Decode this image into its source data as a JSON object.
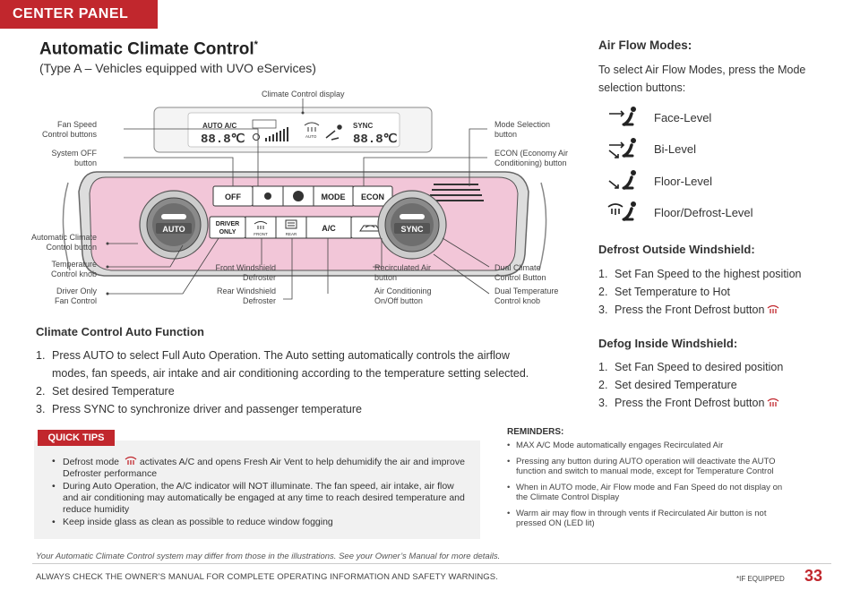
{
  "header": {
    "section_tab": "CENTER PANEL"
  },
  "page": {
    "title": "Automatic Climate Control",
    "title_mark": "*",
    "subtitle": "(Type A – Vehicles equipped with UVO eServices)"
  },
  "diagram": {
    "callouts": {
      "display": "Climate Control display",
      "fan_speed": [
        "Fan Speed",
        "Control buttons"
      ],
      "system_off": [
        "System OFF",
        "button"
      ],
      "auto_btn": [
        "Automatic Climate",
        "Control button"
      ],
      "temp_knob": [
        "Temperature",
        "Control knob"
      ],
      "driver_only": [
        "Driver Only",
        "Fan Control"
      ],
      "front_defrost": [
        "Front Windshield",
        "Defroster"
      ],
      "rear_defrost": [
        "Rear Windshield",
        "Defroster"
      ],
      "recirc": [
        "Recirculated Air",
        "button"
      ],
      "ac": [
        "Air Conditioning",
        "On/Off button"
      ],
      "mode_sel": [
        "Mode Selection",
        "button"
      ],
      "econ": [
        "ECON (Economy Air",
        "Conditioning) button"
      ],
      "dual_btn": [
        "Dual Climate",
        "Control Button"
      ],
      "dual_knob": [
        "Dual Temperature",
        "Control knob"
      ]
    },
    "screen": {
      "left_labels": "AUTO  A/C",
      "left_temp": "88.8℃",
      "right_label": "SYNC",
      "right_temp": "88.8℃",
      "auto_tag": "AUTO"
    },
    "buttons": {
      "off": "OFF",
      "mode": "MODE",
      "econ": "ECON",
      "driver_only_1": "DRIVER",
      "driver_only_2": "ONLY",
      "front": "FRONT",
      "rear": "REAR",
      "ac": "A/C",
      "auto": "AUTO",
      "sync": "SYNC"
    }
  },
  "auto_function": {
    "heading": "Climate Control Auto Function",
    "steps": [
      {
        "num": "1.",
        "text": "Press AUTO to select Full Auto Operation. The Auto setting automatically controls the airflow",
        "cont": "modes, fan speeds, air intake and air conditioning according to the temperature setting selected."
      },
      {
        "num": "2.",
        "text": "Set desired Temperature"
      },
      {
        "num": "3.",
        "text": "Press SYNC to synchronize driver and passenger temperature"
      }
    ]
  },
  "air_flow": {
    "heading": "Air Flow Modes:",
    "intro": [
      "To select Air Flow Modes, press the Mode",
      "selection buttons:"
    ],
    "modes": [
      {
        "icon": "face-level-icon",
        "label": "Face-Level"
      },
      {
        "icon": "bi-level-icon",
        "label": "Bi-Level"
      },
      {
        "icon": "floor-level-icon",
        "label": "Floor-Level"
      },
      {
        "icon": "floor-defrost-icon",
        "label": "Floor/Defrost-Level"
      }
    ]
  },
  "defrost_outside": {
    "heading": "Defrost Outside Windshield:",
    "steps": [
      {
        "num": "1.",
        "text": "Set Fan Speed to the highest position"
      },
      {
        "num": "2.",
        "text": "Set Temperature to Hot"
      },
      {
        "num": "3.",
        "text": "Press the Front Defrost button"
      }
    ]
  },
  "defog_inside": {
    "heading": "Defog Inside Windshield:",
    "steps": [
      {
        "num": "1.",
        "text": "Set Fan Speed to desired position"
      },
      {
        "num": "2.",
        "text": "Set desired Temperature"
      },
      {
        "num": "3.",
        "text": "Press the Front Defrost button"
      }
    ]
  },
  "quick_tips": {
    "badge": "QUICK TIPS",
    "items": [
      {
        "pre": "Defrost mode",
        "post": "activates A/C and opens Fresh Air Vent to help dehumidify the air and improve Defroster performance"
      },
      {
        "text": "During Auto Operation, the A/C indicator will NOT illuminate. The fan speed, air intake, air flow and air conditioning may automatically be engaged at any time to reach desired temperature and reduce humidity"
      },
      {
        "text": "Keep inside glass as clean as possible to reduce window fogging"
      }
    ]
  },
  "reminders": {
    "heading": "REMINDERS:",
    "items": [
      "MAX A/C Mode automatically engages Recirculated Air",
      "Pressing any button during AUTO operation will deactivate the AUTO function and switch to manual mode, except for Temperature Control",
      "When in AUTO mode, Air Flow mode and Fan Speed do not display on the Climate Control Display",
      "Warm air may flow in through vents if Recirculated Air button is not pressed ON (LED lit)"
    ]
  },
  "footer": {
    "disclaimer": "Your Automatic Climate Control system may differ from those in the illustrations. See your Owner’s Manual for more details.",
    "warning": "ALWAYS CHECK THE OWNER’S MANUAL FOR COMPLETE OPERATING INFORMATION AND SAFETY WARNINGS.",
    "if_equipped": "*IF EQUIPPED",
    "page_number": "33"
  },
  "colors": {
    "accent": "#c1272d",
    "panel_pink": "#f2c6d8"
  }
}
